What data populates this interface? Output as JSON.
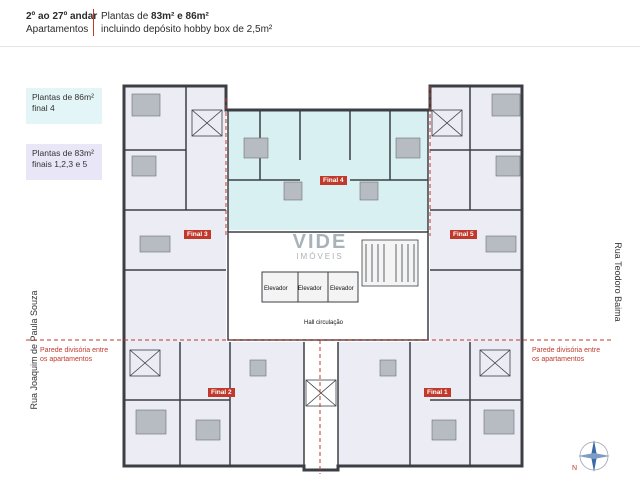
{
  "header": {
    "floors_range": "2º ao 27º andar",
    "floors_sub": "Apartamentos",
    "plans_title_prefix": "Plantas de ",
    "plans_title_bold": "83m² e 86m²",
    "plans_sub": "incluindo depósito hobby box de 2,5m²"
  },
  "legend": [
    {
      "line1": "Plantas de 86m²",
      "line2": "final 4",
      "color": "#e3f5f7"
    },
    {
      "line1": "Plantas de 83m²",
      "line2": "finais 1,2,3 e 5",
      "color": "#e9e6f7"
    }
  ],
  "streets": {
    "left": "Rua Joaquim de Paula Souza",
    "right": "Rua Teodoro Baima"
  },
  "wall_note": {
    "line1": "Parede divisória entre",
    "line2": "os apartamentos"
  },
  "finals": [
    "Final 4",
    "Final 3",
    "Final 5",
    "Final 2",
    "Final 1"
  ],
  "core": {
    "elevator": "Elevador",
    "hall": "Hall circulação"
  },
  "logo": {
    "word": "VIDE",
    "sub": "IMÓVEIS"
  },
  "compass": {
    "north": "N"
  },
  "colors": {
    "accent": "#c0392b",
    "wall": "#3b3f44",
    "unit86": "#d9f0f3",
    "unit83": "#ececf4"
  }
}
